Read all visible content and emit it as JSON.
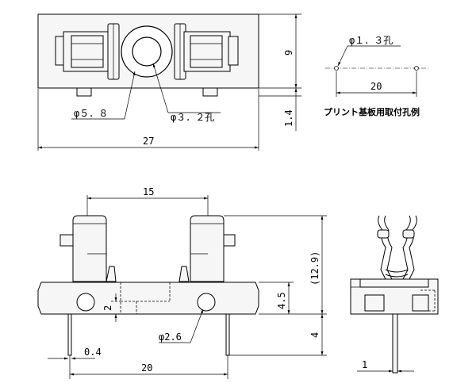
{
  "top_view": {
    "dim_width": "27",
    "dim_height": "9",
    "dim_tab": "1.4",
    "label_outer_dia": "φ５．８",
    "label_hole": "φ３．２孔"
  },
  "pcb_example": {
    "hole_label": "φ１．３孔",
    "pitch": "20",
    "caption": "プリント基板用取付孔例"
  },
  "front_view": {
    "dim_clip_pitch": "15",
    "dim_total_height": "(12.9)",
    "dim_base_height": "4.5",
    "dim_pin_length": "4",
    "dim_step": "2",
    "dim_pin_thickness": "0.4",
    "dim_pin_pitch": "20",
    "label_hole": "φ2.6"
  },
  "side_view": {
    "dim_pin_width": "1"
  }
}
